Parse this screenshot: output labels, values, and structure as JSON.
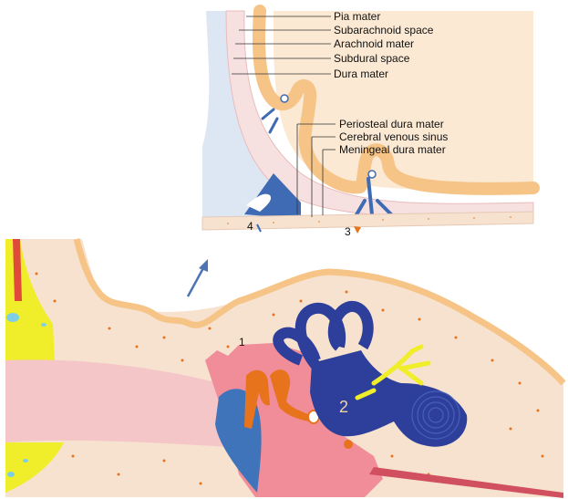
{
  "labels": {
    "pia_mater": "Pia mater",
    "subarachnoid_space": "Subarachnoid space",
    "arachnoid_mater": "Arachnoid mater",
    "subdural_space": "Subdural space",
    "dura_mater": "Dura mater",
    "periosteal_dura_mater": "Periosteal dura mater",
    "cerebral_venous_sinus": "Cerebral venous sinus",
    "meningeal_dura_mater": "Meningeal dura mater"
  },
  "markers": {
    "one": "1",
    "two": "2",
    "three": "3",
    "four": "4"
  },
  "colors": {
    "brain": "#fbe9d3",
    "cortex": "#f6c487",
    "bone": "#f7e2d0",
    "dura": "#f3dede",
    "sinus": "#3f6bb4",
    "inner_ear": "#2d3f9a",
    "middle_ear": "#f08d98",
    "ossicle": "#e8731d",
    "fat": "#f0ee2a",
    "arrow": "#4d74b3"
  }
}
